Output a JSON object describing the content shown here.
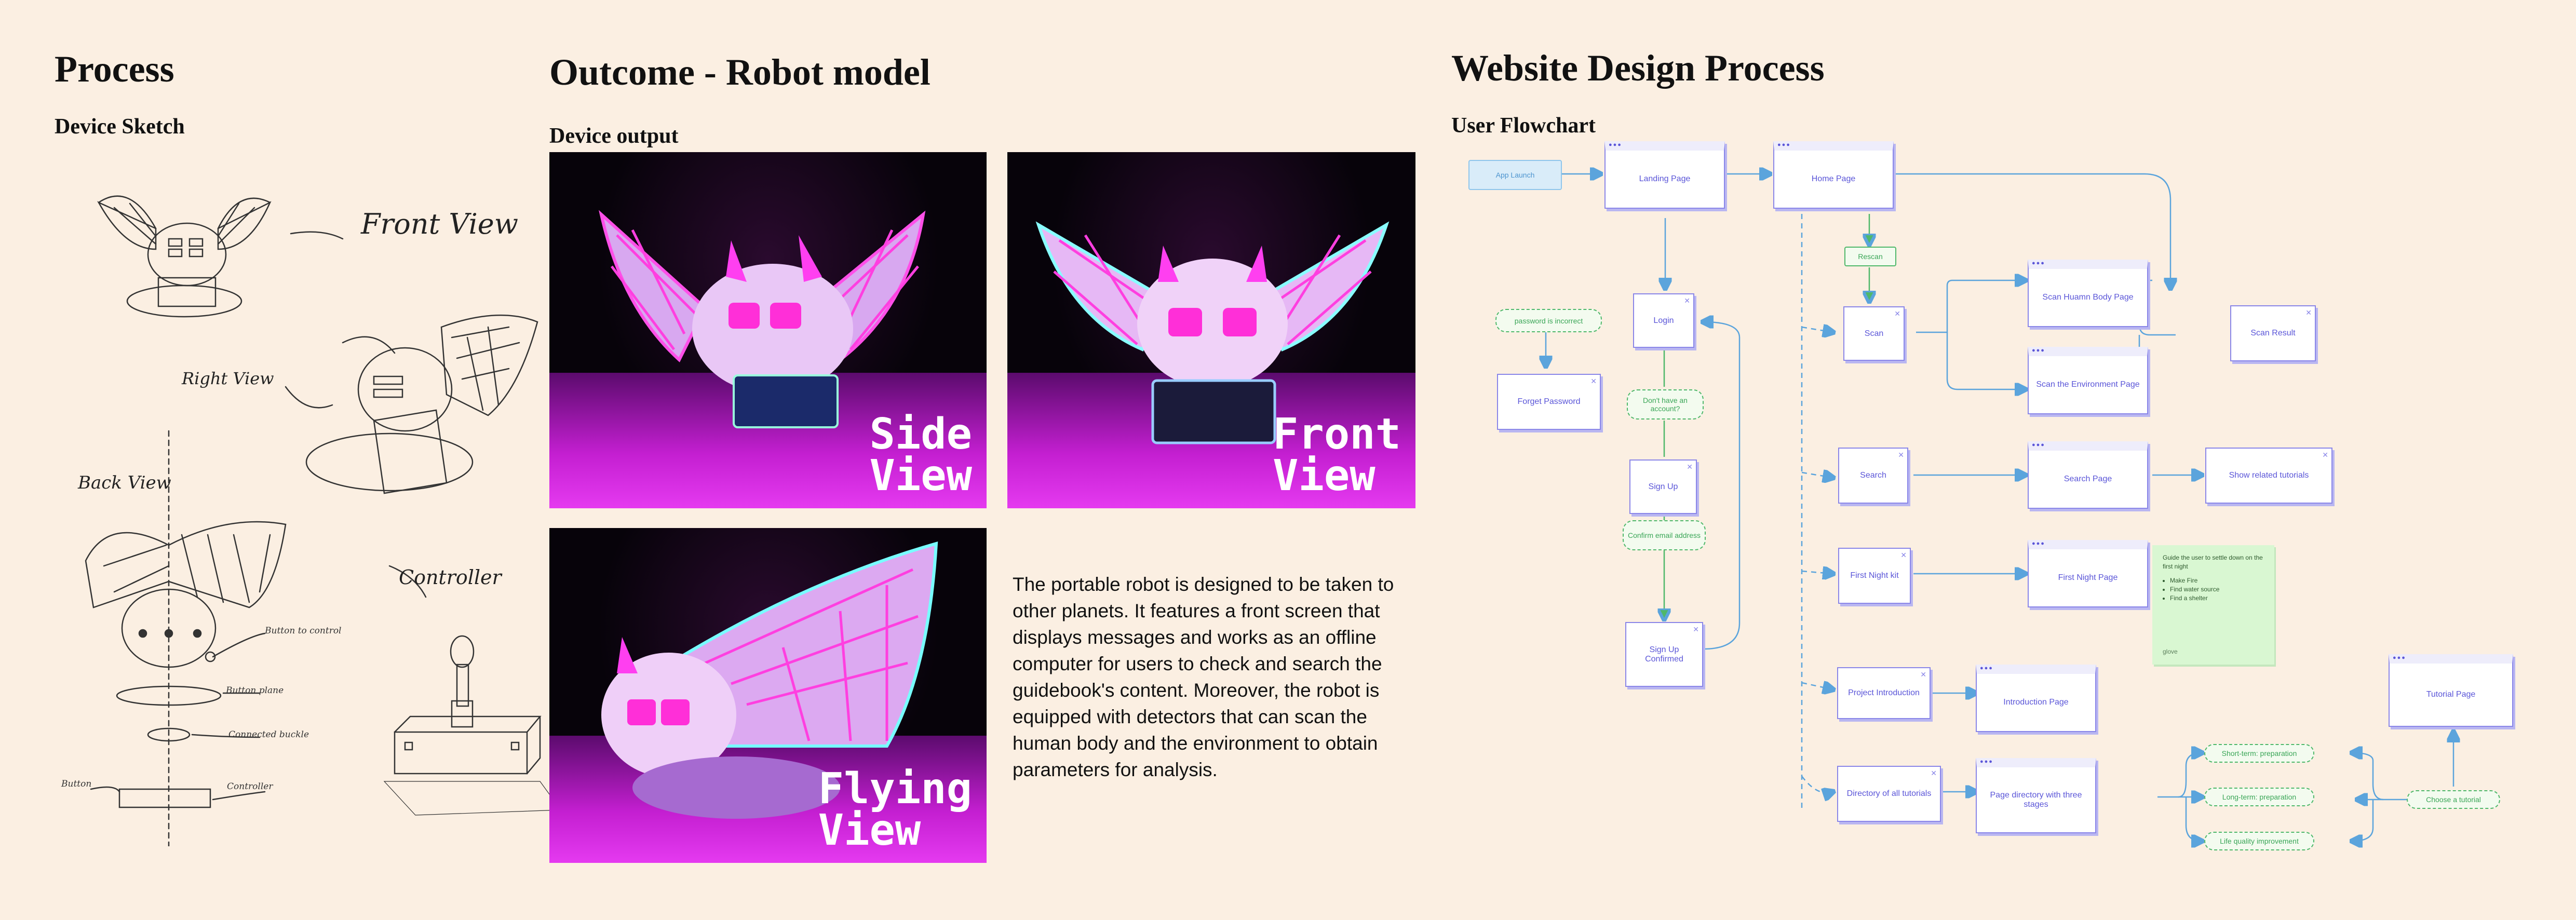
{
  "headings": {
    "process": "Process",
    "device_sketch": "Device Sketch",
    "outcome": "Outcome - Robot model",
    "device_output": "Device output",
    "website": "Website Design Process",
    "user_flowchart": "User Flowchart"
  },
  "sketch_labels": {
    "front": "Front View",
    "right": "Right View",
    "back": "Back View",
    "controller": "Controller",
    "button_control": "Button to control",
    "button_plane": "Button plane",
    "connected_buckle": "Connected buckle",
    "button": "Button",
    "controller_small": "Controller"
  },
  "renders": [
    {
      "label": "Side\nView"
    },
    {
      "label": "Front\nView"
    },
    {
      "label": "Flying\nView"
    }
  ],
  "description": "The portable robot is designed to be taken to other planets. It features a front screen that displays messages and works as an offline computer for users to check and search the guidebook's content. Moreover, the robot is equipped with detectors that can scan the human body and the environment to obtain parameters for analysis.",
  "flowchart": {
    "app_launch": "App Launch",
    "landing": "Landing Page",
    "home": "Home Page",
    "rescan": "Rescan",
    "password_incorrect": "password is incorrect",
    "login": "Login",
    "forget_password": "Forget Password",
    "dont_have_account": "Don't have an account?",
    "sign_up": "Sign Up",
    "confirm_email": "Confirm email address",
    "signup_confirmed": "Sign Up Confirmed",
    "scan": "Scan",
    "scan_body": "Scan Huamn Body Page",
    "scan_env": "Scan the Environment Page",
    "scan_result": "Scan Result",
    "search": "Search",
    "search_page": "Search Page",
    "show_tutorials": "Show related  tutorials",
    "first_night_kit": "First Night kit",
    "first_night_page": "First Night Page",
    "sticky_text": "Guide the user to settle down on the first night",
    "sticky_items": [
      "Make Fire",
      "Find water source",
      "Find a shelter"
    ],
    "sticky_sig": "glove",
    "project_intro": "Project Introduction",
    "intro_page": "Introduction Page",
    "directory": "Directory of all tutorials",
    "page_directory": "Page directory with three stages",
    "short_term": "Short-term: preparation",
    "long_term": "Long-term: preparation",
    "life_quality": "Life quality improvement",
    "choose_tutorial": "Choose a tutorial",
    "tutorial_page": "Tutorial Page"
  }
}
